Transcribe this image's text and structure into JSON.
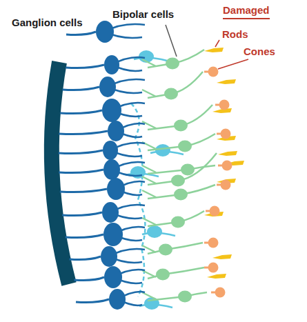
{
  "diagram": {
    "labels": [
      "Ganglion cells",
      "Bipolar cells",
      "Damaged",
      "Rods",
      "Cones"
    ]
  }
}
